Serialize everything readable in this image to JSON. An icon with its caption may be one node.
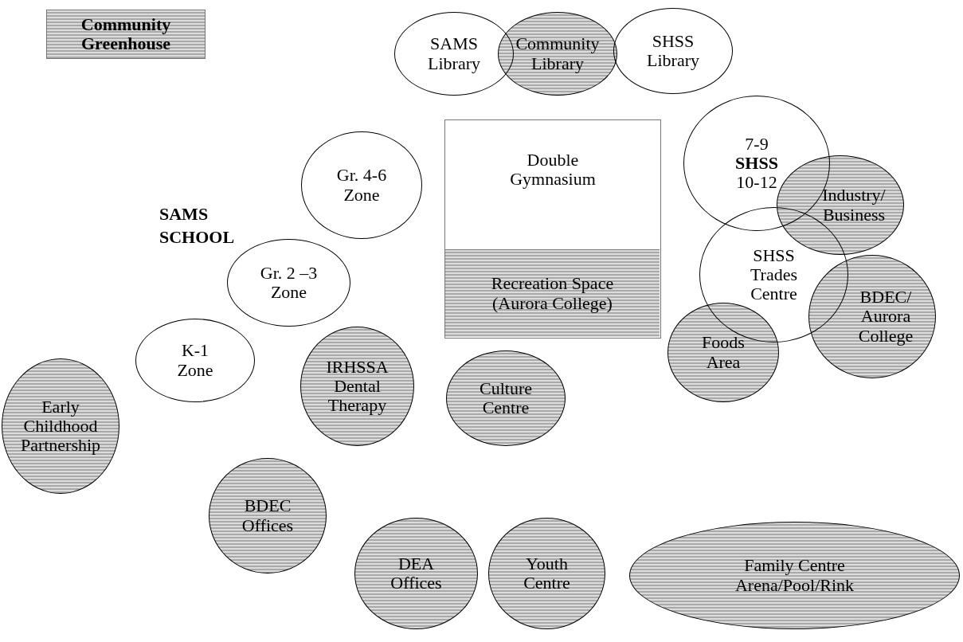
{
  "diagram": {
    "nodes": [
      {
        "text": [
          "Community Greenhouse"
        ]
      },
      {
        "text": [
          "SAMS Library"
        ]
      },
      {
        "text": [
          "Community Library"
        ]
      },
      {
        "text": [
          "SHSS Library"
        ]
      },
      {
        "text": [
          "7-9 **SHSS** 10-12"
        ]
      },
      {
        "text": [
          "Industry/ Business"
        ]
      },
      {
        "text": [
          "Gr. 4-6 Zone"
        ]
      },
      {
        "text": [
          "Double Gymnasium"
        ]
      },
      {
        "text": [
          "Recreation Space (Aurora College)"
        ],
        "in": 7
      },
      {
        "text": [
          "Gr. 2 –3 Zone"
        ]
      },
      {
        "text": [
          "SHSS Trades Centre"
        ]
      },
      {
        "text": [
          "BDEC/ Aurora College"
        ]
      },
      {
        "text": [
          "Foods Area"
        ]
      },
      {
        "text": [
          "K-1 Zone"
        ]
      },
      {
        "text": [
          "IRHSSA Dental Therapy"
        ]
      },
      {
        "text": [
          "Culture Centre"
        ]
      },
      {
        "text": [
          "Early Childhood Partnership"
        ]
      },
      {
        "text": [
          "BDEC Offices"
        ]
      },
      {
        "text": [
          "DEA Offices"
        ]
      },
      {
        "text": [
          "Youth Centre"
        ]
      },
      {
        "text": [
          "Family Centre Arena/Pool/Rink"
        ]
      }
    ],
    "edges": [],
    "labels": [
      "SAMS SCHOOL"
    ]
  }
}
